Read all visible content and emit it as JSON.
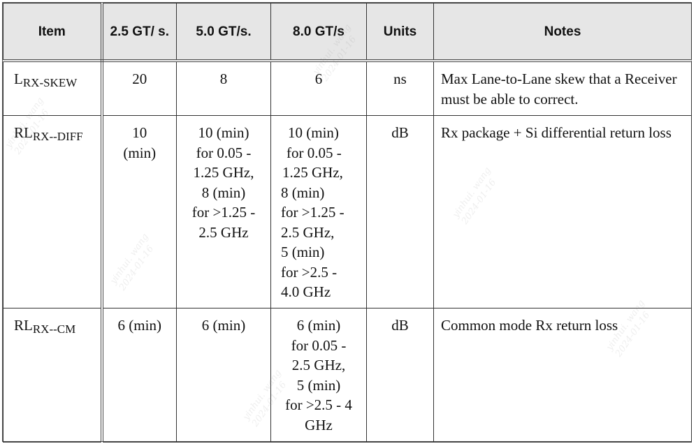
{
  "table": {
    "headers": [
      "Item",
      "2.5 GT/ s.",
      "5.0 GT/s.",
      "8.0 GT/s",
      "Units",
      "Notes"
    ],
    "rows": [
      {
        "item_main": "L",
        "item_sub": "RX-SKEW",
        "g25": [
          "20"
        ],
        "g50": [
          "8"
        ],
        "g80": [
          "6"
        ],
        "units": "ns",
        "notes": "Max Lane-to-Lane skew that a Receiver must be able to correct."
      },
      {
        "item_main": "RL",
        "item_sub": "RX--DIFF",
        "g25": [
          "10",
          "(min)"
        ],
        "g50": [
          "10 (min)",
          "for 0.05 -",
          "1.25 GHz,",
          "8 (min)",
          "for >1.25 -",
          "2.5 GHz"
        ],
        "g80": [
          "10 (min)",
          "for 0.05 -",
          "1.25 GHz,",
          "8 (min)",
          "for >1.25 -",
          "2.5 GHz,",
          "5 (min)",
          "for >2.5 -",
          "4.0 GHz"
        ],
        "units": "dB",
        "notes": "Rx package + Si differential return loss"
      },
      {
        "item_main": "RL",
        "item_sub": "RX--CM",
        "g25": [
          "6 (min)"
        ],
        "g50": [
          "6 (min)"
        ],
        "g80": [
          "6 (min)",
          "for 0.05 -",
          "2.5 GHz,",
          "5 (min)",
          "for >2.5 - 4",
          "GHz"
        ],
        "units": "dB",
        "notes": "Common mode Rx return loss"
      }
    ]
  },
  "watermark": {
    "name": "yinhui. wang",
    "date": "2024-01-16"
  }
}
